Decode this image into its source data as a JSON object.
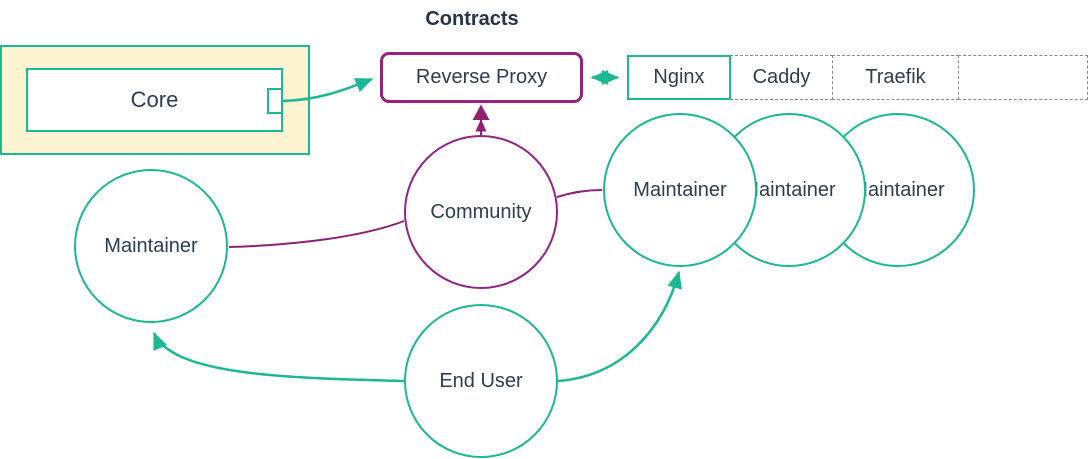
{
  "title": "Contracts",
  "colors": {
    "teal": "#1cb894",
    "purple": "#8e2173",
    "reverse_proxy_border": "#97217d",
    "core_container_fill": "#fcf4d1",
    "text": "#2d3e50",
    "dashed_cell_border": "#8a8a8a"
  },
  "nodes": {
    "core": {
      "label": "Core"
    },
    "reverse_proxy": {
      "label": "Reverse Proxy"
    },
    "proxy_table": {
      "cells": [
        "Nginx",
        "Caddy",
        "Traefik",
        ""
      ]
    },
    "community": {
      "label": "Community"
    },
    "maintainer_left": {
      "label": "Maintainer"
    },
    "maintainers_right": [
      {
        "label": "Maintainer"
      },
      {
        "label": "Maintainer"
      },
      {
        "label": "Maintainer"
      }
    ],
    "end_user": {
      "label": "End User"
    }
  },
  "edges": [
    {
      "from": "core",
      "to": "reverse_proxy",
      "style": "arrow",
      "color": "teal"
    },
    {
      "from": "reverse_proxy",
      "to": "nginx-cell",
      "style": "double-headed-arrow",
      "color": "teal"
    },
    {
      "from": "community",
      "to": "reverse_proxy",
      "style": "double-arrowhead",
      "color": "purple"
    },
    {
      "from": "community",
      "to": "maintainer_left",
      "style": "line",
      "color": "purple"
    },
    {
      "from": "community",
      "to": "maintainer_right",
      "style": "line",
      "color": "purple"
    },
    {
      "from": "end_user",
      "to": "maintainer_left",
      "style": "arrow",
      "color": "teal"
    },
    {
      "from": "end_user",
      "to": "maintainer_right",
      "style": "arrow",
      "color": "teal"
    }
  ]
}
